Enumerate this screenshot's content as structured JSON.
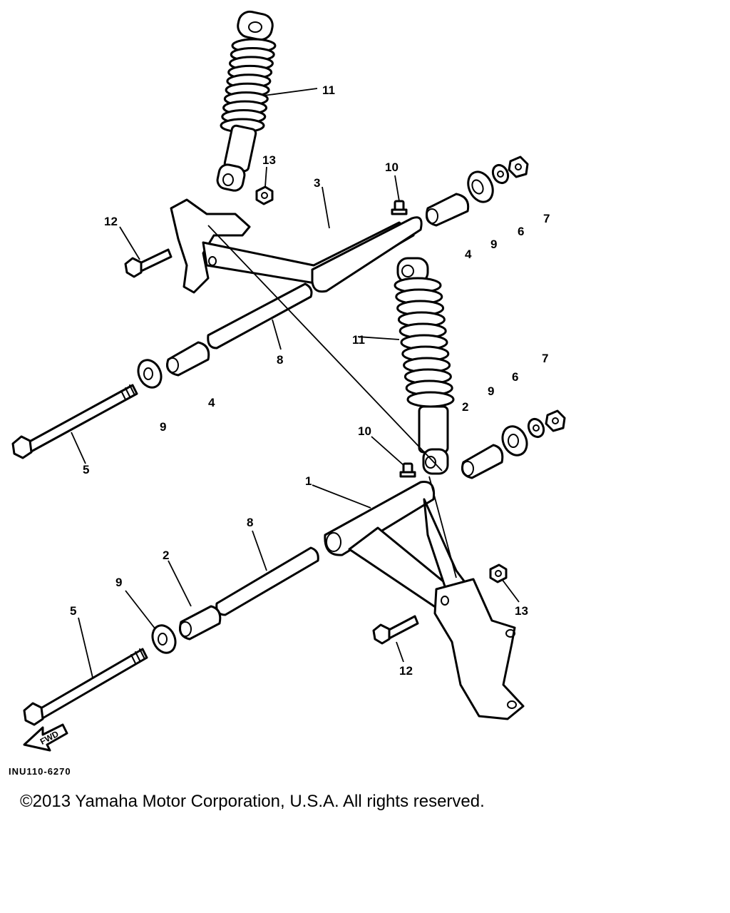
{
  "diagram": {
    "part_numbers": {
      "p1": "1",
      "p2a": "2",
      "p2b": "2",
      "p3": "3",
      "p4a": "4",
      "p4b": "4",
      "p5a": "5",
      "p5b": "5",
      "p6a": "6",
      "p6b": "6",
      "p7a": "7",
      "p7b": "7",
      "p8a": "8",
      "p8b": "8",
      "p9a": "9",
      "p9b": "9",
      "p9c": "9",
      "p9d": "9",
      "p10a": "10",
      "p10b": "10",
      "p11a": "11",
      "p11b": "11",
      "p12a": "12",
      "p12b": "12",
      "p13a": "13",
      "p13b": "13"
    },
    "fwd_label": "FWD",
    "drawing_code": "INU110-6270"
  },
  "footer": {
    "copyright": "©2013 Yamaha Motor Corporation, U.S.A. All rights reserved."
  }
}
